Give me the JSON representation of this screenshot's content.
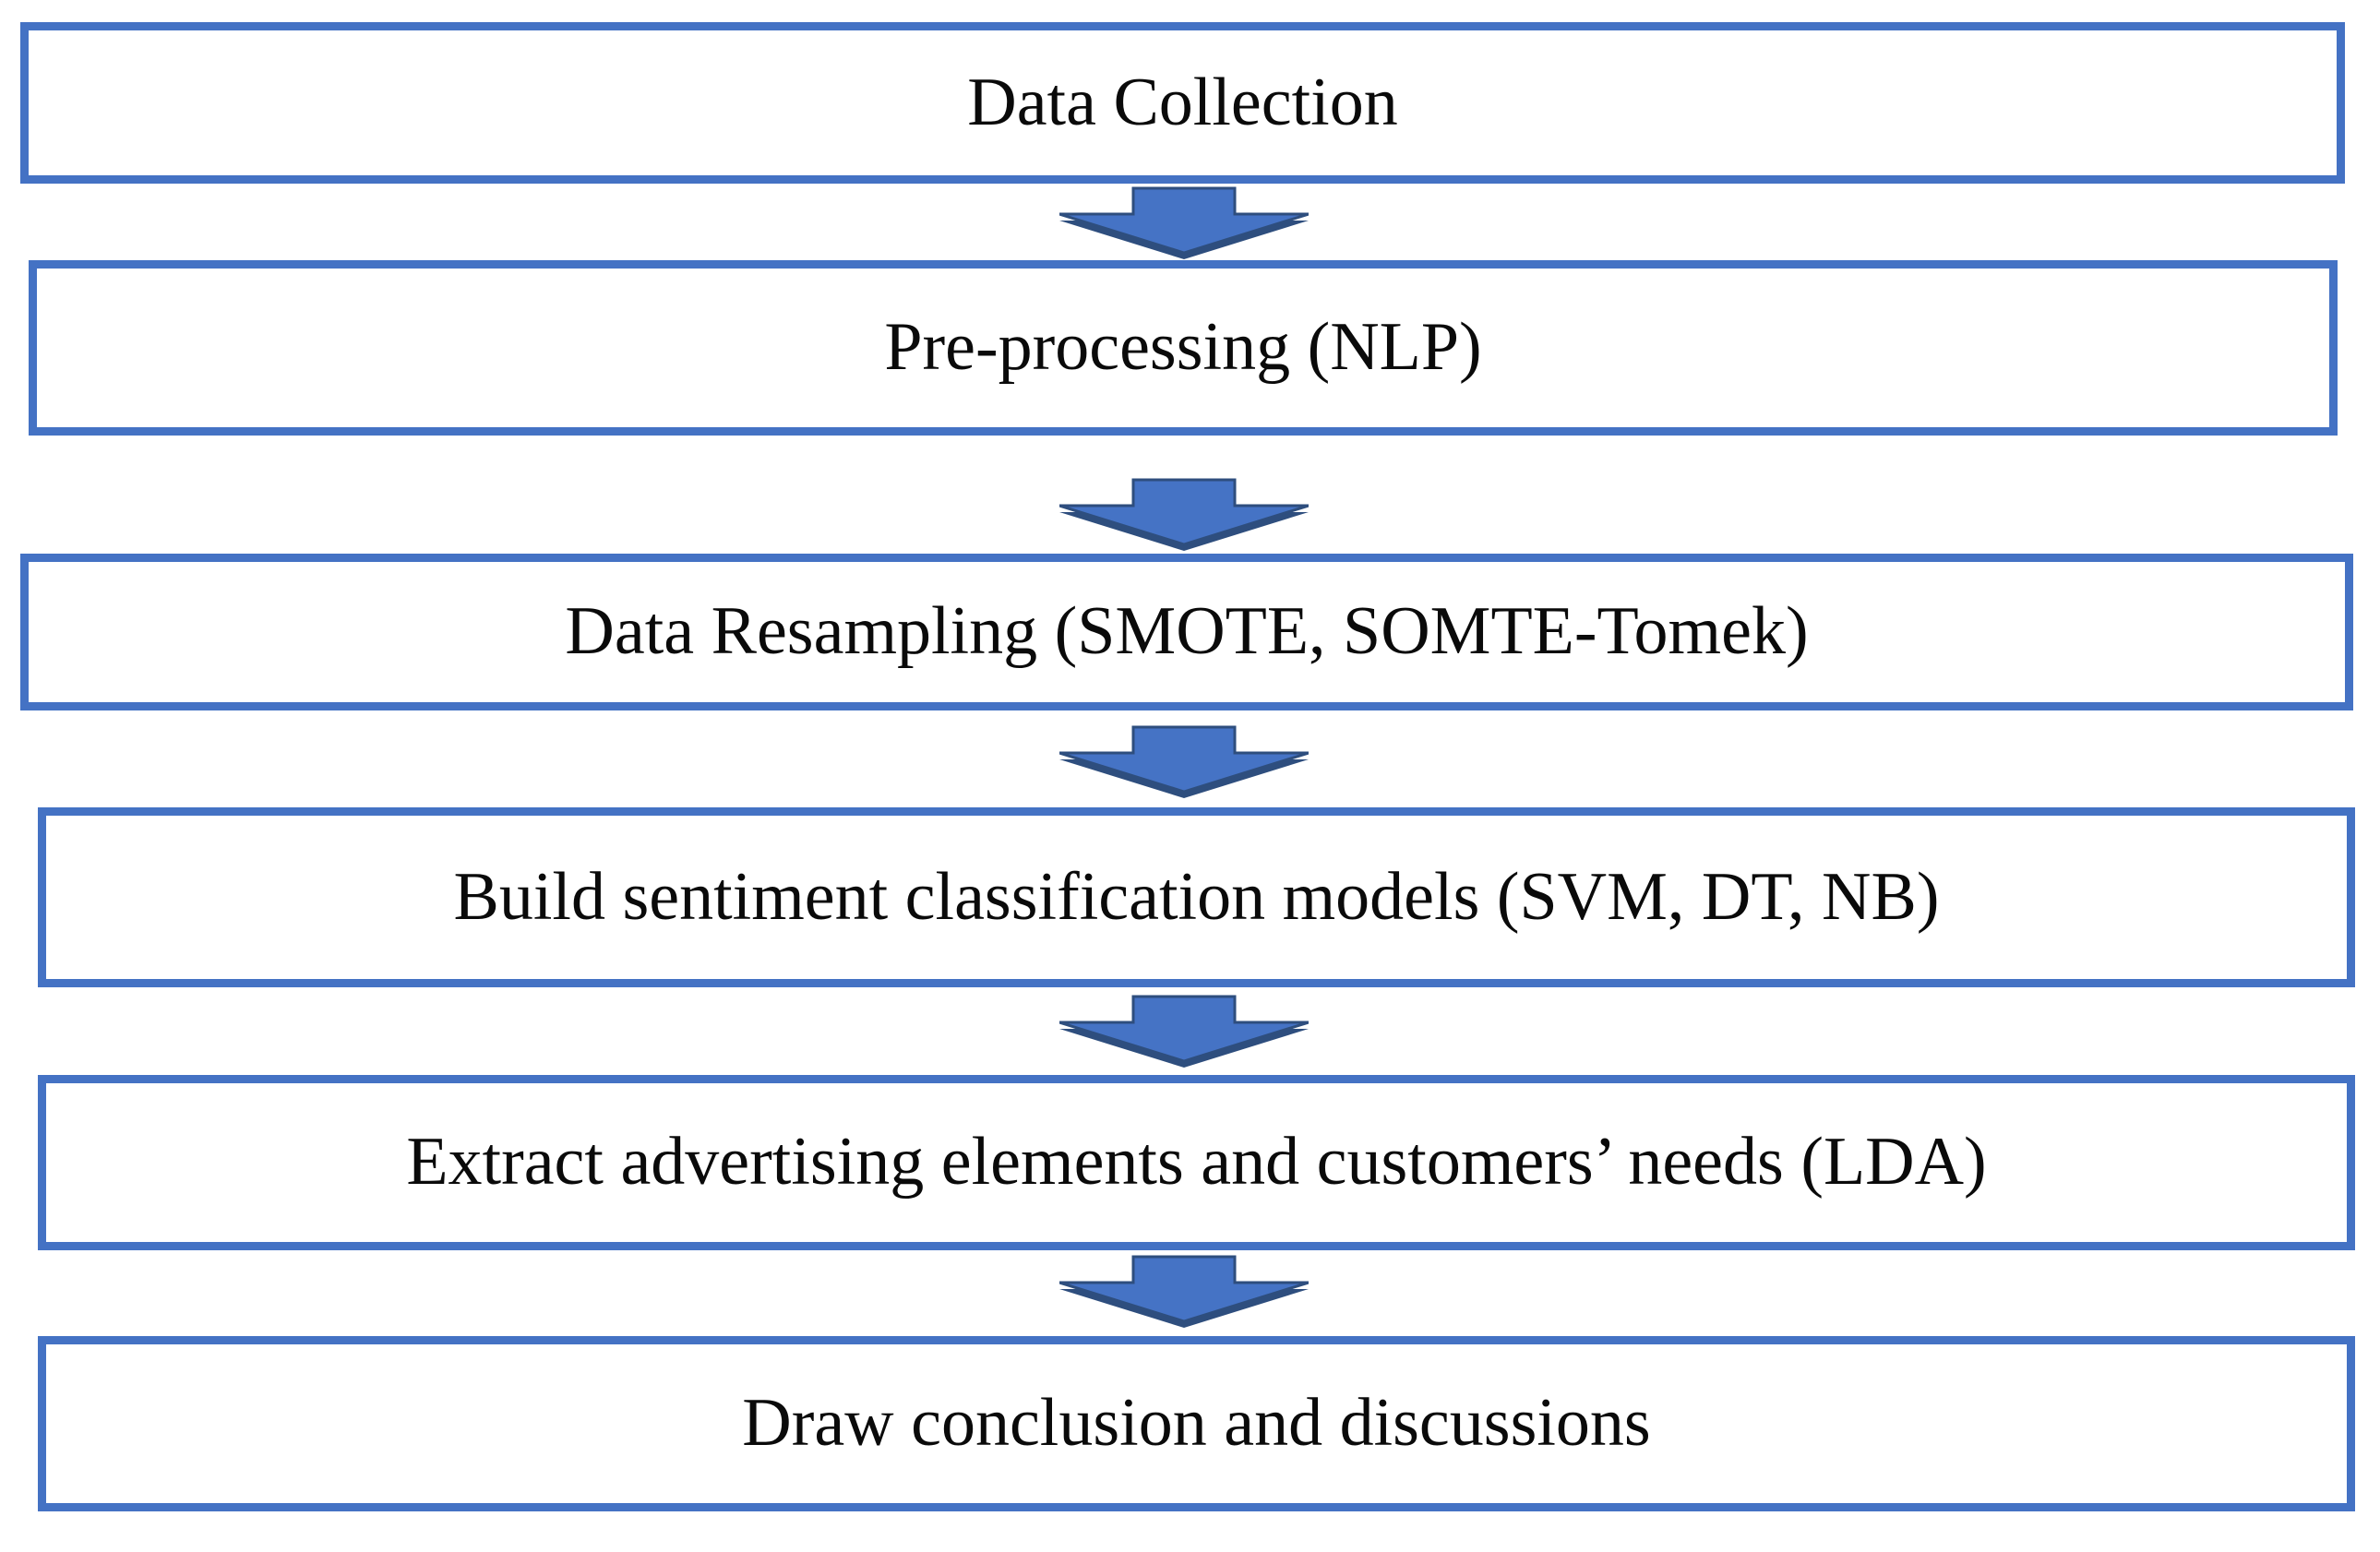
{
  "figure": {
    "type": "flowchart",
    "direction": "top-down",
    "connector": "block-down-arrow",
    "colors": {
      "box_border": "#4472C4",
      "box_fill": "#FFFFFF",
      "arrow_fill": "#4573C5",
      "arrow_edge": "#2E4E7E",
      "text_color": "#0A0A0A"
    },
    "steps": [
      {
        "label": "Data Collection"
      },
      {
        "label": "Pre-processing (NLP)"
      },
      {
        "label": "Data Resampling (SMOTE, SOMTE-Tomek)"
      },
      {
        "label": "Build sentiment classification models (SVM, DT, NB)"
      },
      {
        "label": "Extract advertising elements and customers’ needs (LDA)"
      },
      {
        "label": "Draw conclusion and discussions"
      }
    ]
  }
}
